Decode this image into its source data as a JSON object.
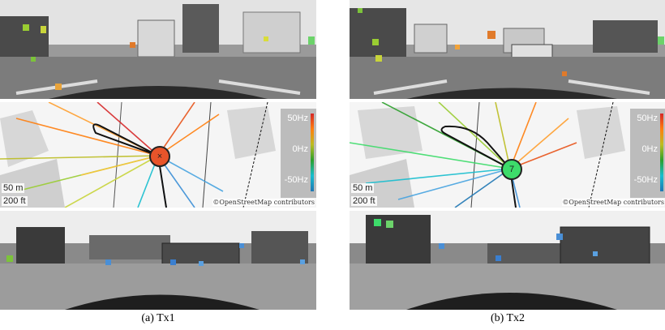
{
  "panels": [
    {
      "id": "tx1",
      "caption": "(a) Tx1",
      "map": {
        "scale_meters": "50 m",
        "scale_feet": "200 ft",
        "attribution": "©OpenStreetMap contributors",
        "colorbar": {
          "top": "50Hz",
          "mid": "0Hz",
          "bottom": "-50Hz"
        },
        "marker_symbol": "×",
        "marker_color": "#e8542a"
      }
    },
    {
      "id": "tx2",
      "caption": "(b) Tx2",
      "map": {
        "scale_meters": "50 m",
        "scale_feet": "200 ft",
        "attribution": "©OpenStreetMap contributors",
        "colorbar": {
          "top": "50Hz",
          "mid": "0Hz",
          "bottom": "-50Hz"
        },
        "marker_symbol": "7",
        "marker_color": "#3ddc6a"
      }
    }
  ]
}
